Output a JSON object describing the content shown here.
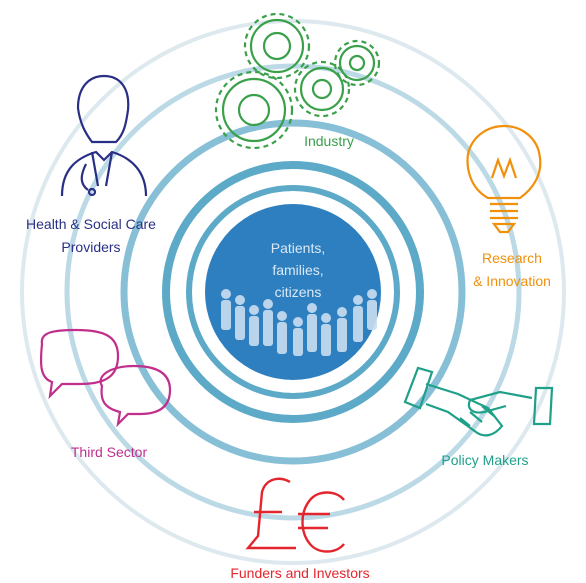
{
  "center": {
    "lines": [
      "Patients,",
      "families,",
      "citizens"
    ],
    "fill_color": "#2e7fbf",
    "people_color": "#c9def0"
  },
  "rings": {
    "outer_color": "#dbe9ee",
    "mid_color": "#b9d9e6",
    "inner_color": "#5da9c8"
  },
  "stakeholders": [
    {
      "key": "industry",
      "label": "Industry",
      "color": "#3aa04a",
      "icon": "gears-icon"
    },
    {
      "key": "research",
      "label_lines": [
        "Research",
        "& Innovation"
      ],
      "color": "#f0900b",
      "icon": "lightbulb-icon"
    },
    {
      "key": "policy",
      "label": "Policy Makers",
      "color": "#1fa089",
      "icon": "handshake-icon"
    },
    {
      "key": "funders",
      "label": "Funders and Investors",
      "color": "#e3262e",
      "icon": "pound-euro-icon"
    },
    {
      "key": "third",
      "label": "Third Sector",
      "color": "#c02f8c",
      "icon": "speech-bubbles-icon"
    },
    {
      "key": "health",
      "label_lines": [
        "Health & Social Care",
        "Providers"
      ],
      "color": "#2a2f86",
      "icon": "doctor-icon"
    }
  ]
}
